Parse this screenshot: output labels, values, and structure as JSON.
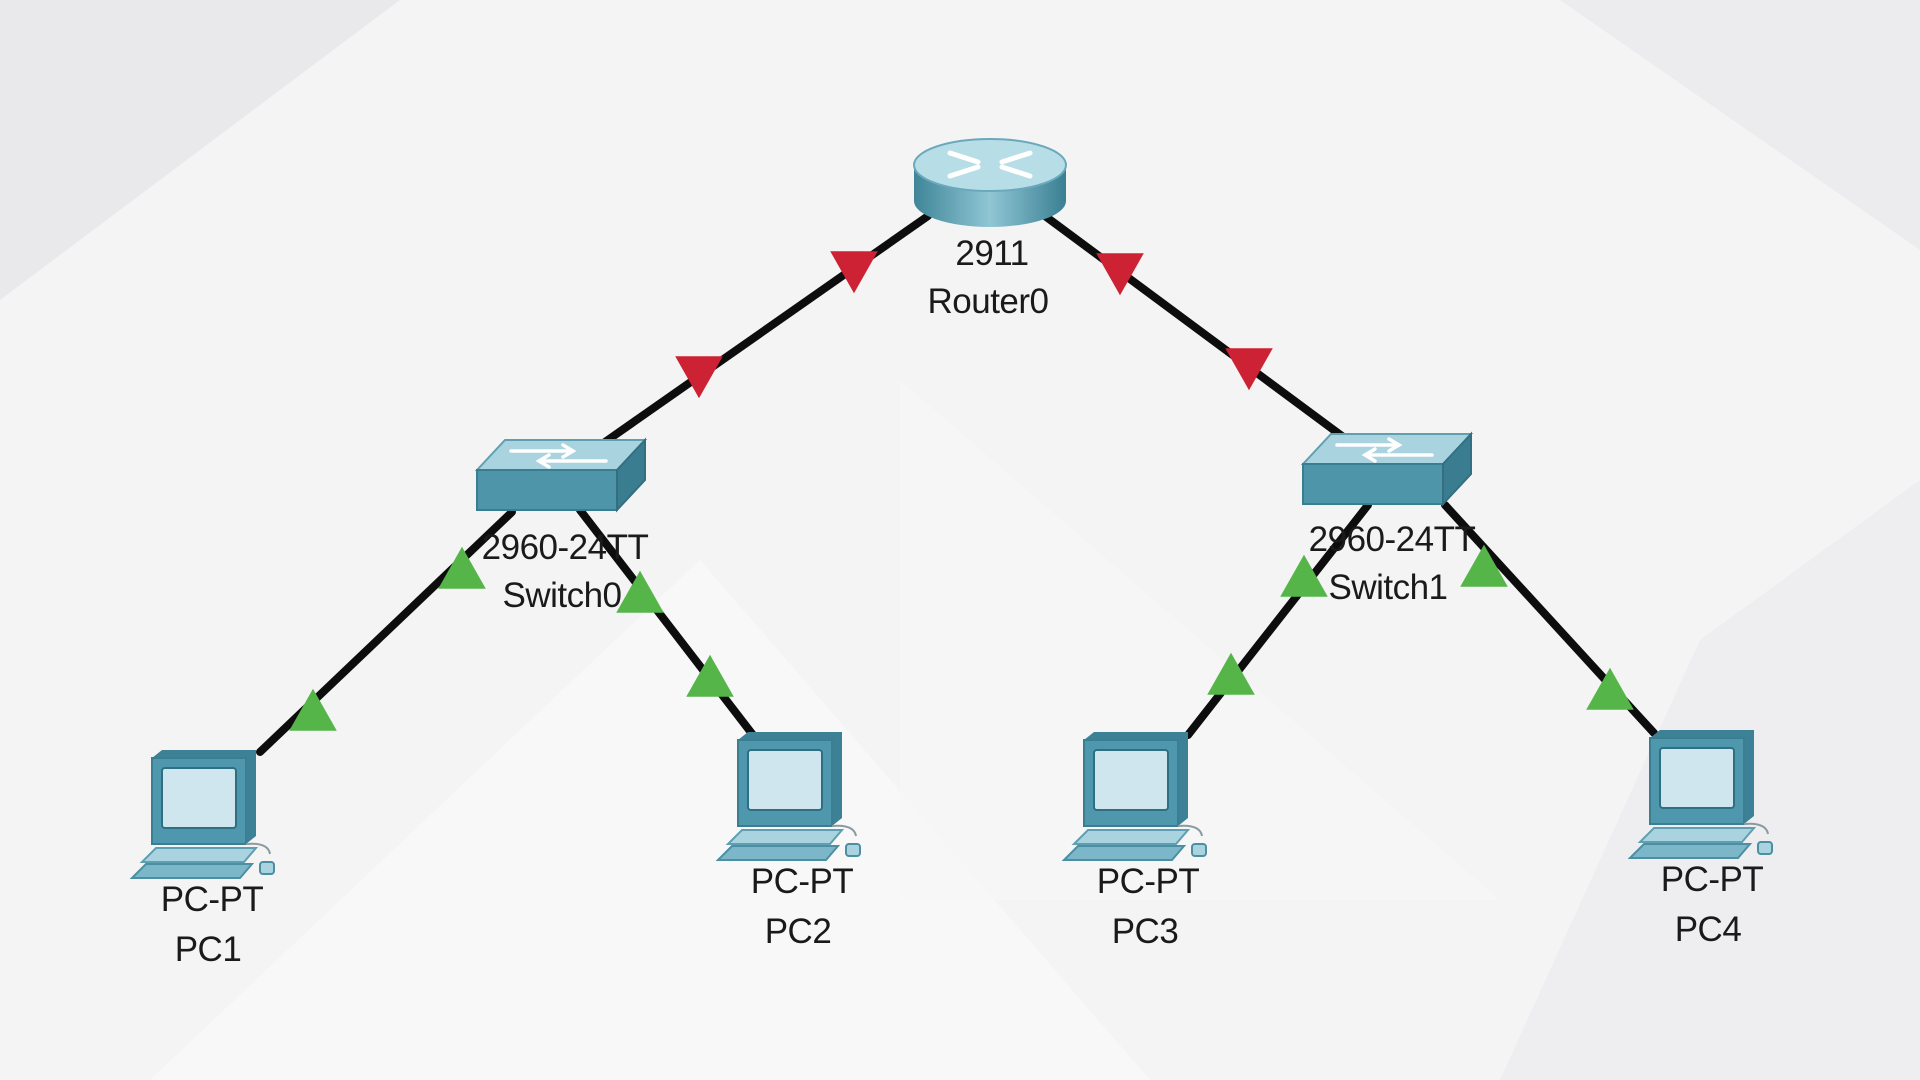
{
  "colors": {
    "link": "#0d0d0d",
    "link_down": "#cc2233",
    "link_up": "#55b549",
    "device_body": "#4f97ad",
    "device_top": "#a8d3df",
    "screen": "#cfe6ee"
  },
  "devices": [
    {
      "id": "router0",
      "kind": "router",
      "model": "2911",
      "name": "Router0",
      "icon": "router-icon"
    },
    {
      "id": "switch0",
      "kind": "switch",
      "model": "2960-24TT",
      "name": "Switch0",
      "icon": "switch-icon"
    },
    {
      "id": "switch1",
      "kind": "switch",
      "model": "2960-24TT",
      "name": "Switch1",
      "icon": "switch-icon"
    },
    {
      "id": "pc1",
      "kind": "pc",
      "model": "PC-PT",
      "name": "PC1",
      "icon": "pc-icon"
    },
    {
      "id": "pc2",
      "kind": "pc",
      "model": "PC-PT",
      "name": "PC2",
      "icon": "pc-icon"
    },
    {
      "id": "pc3",
      "kind": "pc",
      "model": "PC-PT",
      "name": "PC3",
      "icon": "pc-icon"
    },
    {
      "id": "pc4",
      "kind": "pc",
      "model": "PC-PT",
      "name": "PC4",
      "icon": "pc-icon"
    }
  ],
  "links": [
    {
      "id": "router0-switch0",
      "from": "router0",
      "to": "switch0",
      "status_from": "down",
      "status_to": "down"
    },
    {
      "id": "router0-switch1",
      "from": "router0",
      "to": "switch1",
      "status_from": "down",
      "status_to": "down"
    },
    {
      "id": "switch0-pc1",
      "from": "switch0",
      "to": "pc1",
      "status_from": "up",
      "status_to": "up"
    },
    {
      "id": "switch0-pc2",
      "from": "switch0",
      "to": "pc2",
      "status_from": "up",
      "status_to": "up"
    },
    {
      "id": "switch1-pc3",
      "from": "switch1",
      "to": "pc3",
      "status_from": "up",
      "status_to": "up"
    },
    {
      "id": "switch1-pc4",
      "from": "switch1",
      "to": "pc4",
      "status_from": "up",
      "status_to": "up"
    }
  ]
}
